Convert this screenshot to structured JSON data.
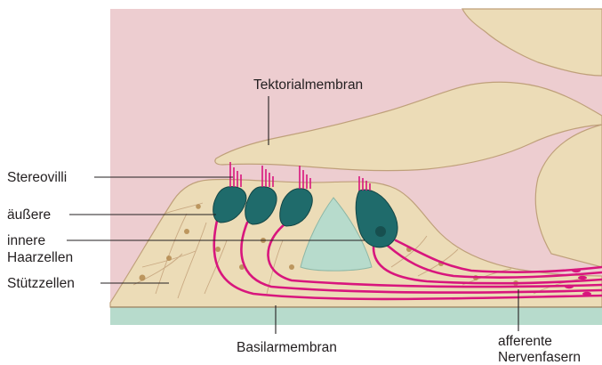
{
  "labels": {
    "tektorialmembran": "Tektorialmembran",
    "stereovilli": "Stereovilli",
    "aeussere": "äußere",
    "innere_line1": "innere",
    "innere_line2": "Haarzellen",
    "stuetzzellen": "Stützzellen",
    "basilarmembran": "Basilarmembran",
    "afferente_line1": "afferente",
    "afferente_line2": "Nervenfasern"
  },
  "colors": {
    "fluid_pink": "#edcdd0",
    "tissue_beige": "#ecdcb7",
    "outline": "#bfa07a",
    "membrane_green": "#b7dbcc",
    "hair_cell_teal": "#1f6b6b",
    "nerve_magenta": "#d8167d",
    "text": "#231f20"
  }
}
